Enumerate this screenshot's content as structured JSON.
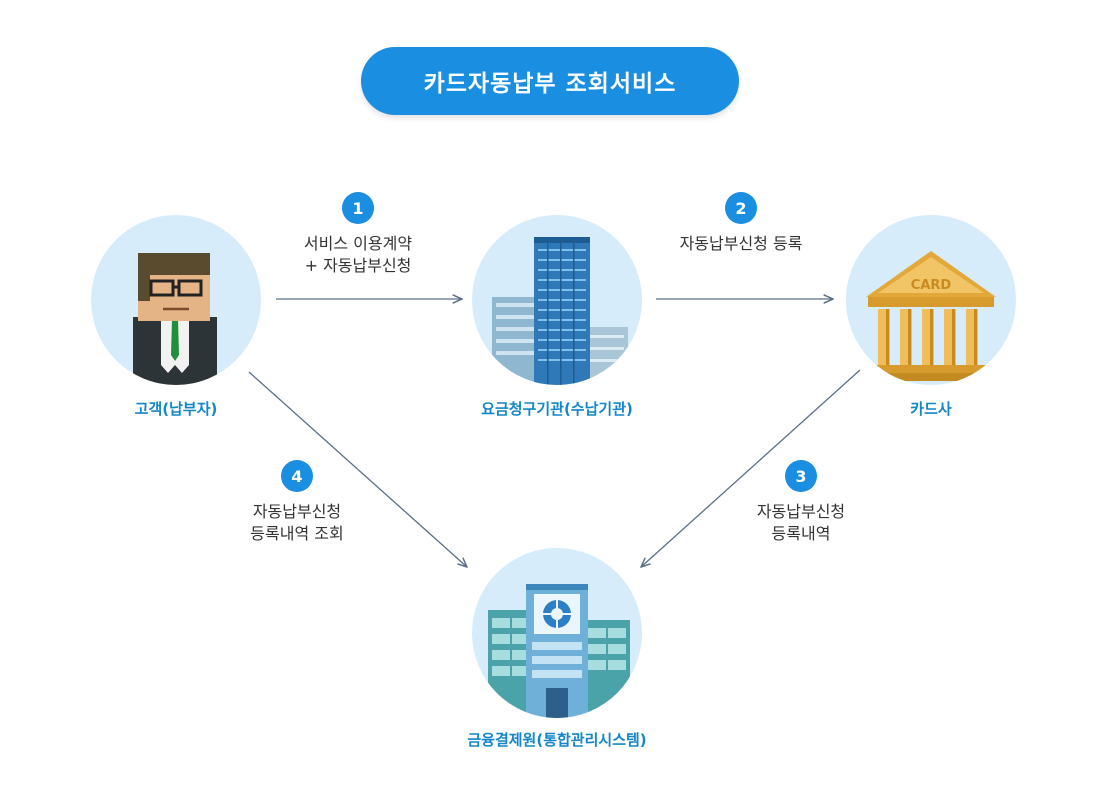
{
  "title": "카드자동납부 조회서비스",
  "nodes": {
    "customer": {
      "label": "고객(납부자)"
    },
    "billing": {
      "label": "요금청구기관(수납기관)"
    },
    "card": {
      "label": "카드사",
      "sign_text": "CARD"
    },
    "finance": {
      "label": "금융결제원(통합관리시스템)"
    }
  },
  "steps": [
    {
      "number": "1",
      "line1": "서비스 이용계약",
      "line2": "+ 자동납부신청"
    },
    {
      "number": "2",
      "line1": "자동납부신청 등록",
      "line2": ""
    },
    {
      "number": "3",
      "line1": "자동납부신청",
      "line2": "등록내역"
    },
    {
      "number": "4",
      "line1": "자동납부신청",
      "line2": "등록내역 조회"
    }
  ],
  "colors": {
    "accent": "#1a8ee0",
    "label": "#1487c8",
    "circle": "#d6ecfa",
    "line": "#5a6f8a"
  }
}
